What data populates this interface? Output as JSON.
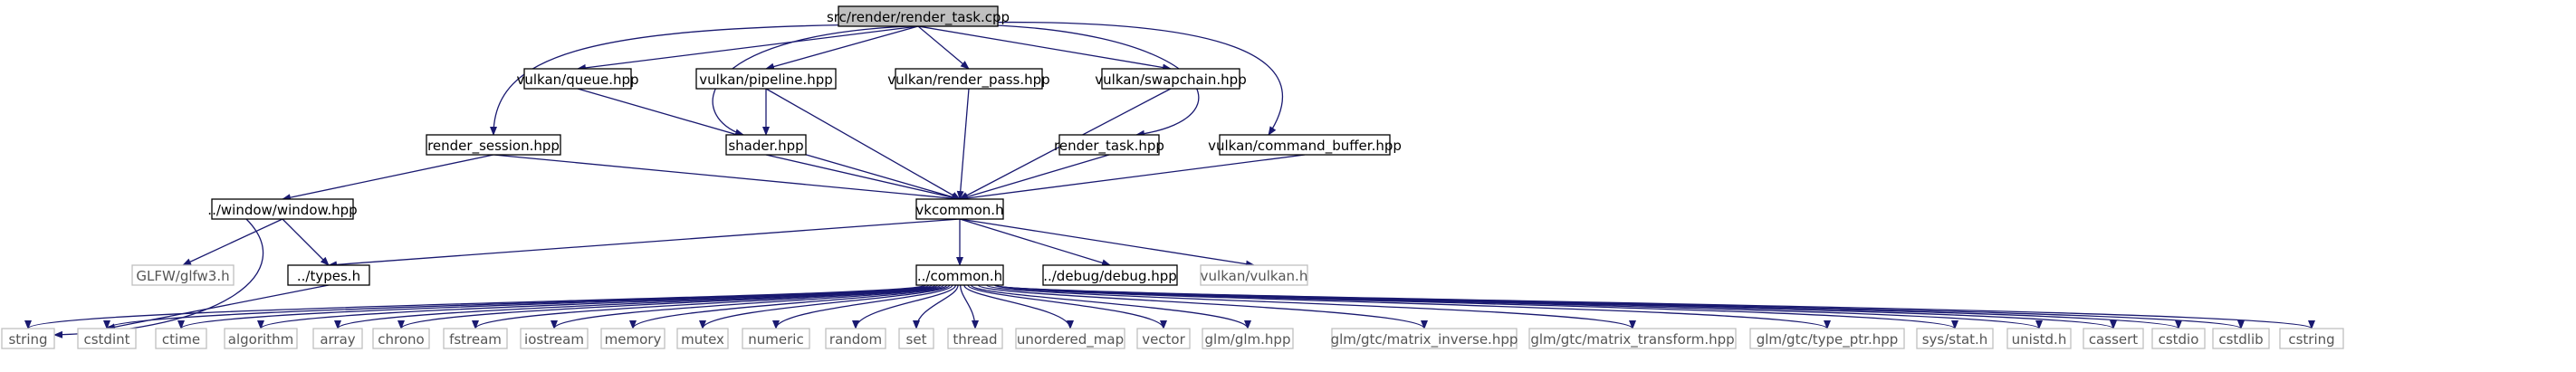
{
  "graph": {
    "colors": {
      "edge": "#191970",
      "root_fill": "#bfbfbf",
      "node_border": "#000000",
      "system_border": "#bfbfbf",
      "system_text": "#555555"
    },
    "nodes": [
      {
        "id": "root",
        "label": "src/render/render_task.cpp",
        "kind": "root"
      },
      {
        "id": "queue",
        "label": "vulkan/queue.hpp",
        "kind": "local"
      },
      {
        "id": "pipeline",
        "label": "vulkan/pipeline.hpp",
        "kind": "local"
      },
      {
        "id": "render_pass",
        "label": "vulkan/render_pass.hpp",
        "kind": "local"
      },
      {
        "id": "swapchain",
        "label": "vulkan/swapchain.hpp",
        "kind": "local"
      },
      {
        "id": "render_session",
        "label": "render_session.hpp",
        "kind": "local"
      },
      {
        "id": "shader",
        "label": "shader.hpp",
        "kind": "local"
      },
      {
        "id": "render_task_h",
        "label": "render_task.hpp",
        "kind": "local"
      },
      {
        "id": "command_buffer",
        "label": "vulkan/command_buffer.hpp",
        "kind": "local"
      },
      {
        "id": "window",
        "label": "../window/window.hpp",
        "kind": "local"
      },
      {
        "id": "vkcommon",
        "label": "vkcommon.h",
        "kind": "local"
      },
      {
        "id": "glfw",
        "label": "GLFW/glfw3.h",
        "kind": "system"
      },
      {
        "id": "types",
        "label": "../types.h",
        "kind": "local"
      },
      {
        "id": "common",
        "label": "../common.h",
        "kind": "local"
      },
      {
        "id": "debug",
        "label": "../debug/debug.hpp",
        "kind": "local"
      },
      {
        "id": "vulkan_h",
        "label": "vulkan/vulkan.h",
        "kind": "system"
      },
      {
        "id": "string",
        "label": "string",
        "kind": "system"
      },
      {
        "id": "cstdint",
        "label": "cstdint",
        "kind": "system"
      },
      {
        "id": "ctime",
        "label": "ctime",
        "kind": "system"
      },
      {
        "id": "algorithm",
        "label": "algorithm",
        "kind": "system"
      },
      {
        "id": "array",
        "label": "array",
        "kind": "system"
      },
      {
        "id": "chrono",
        "label": "chrono",
        "kind": "system"
      },
      {
        "id": "fstream",
        "label": "fstream",
        "kind": "system"
      },
      {
        "id": "iostream",
        "label": "iostream",
        "kind": "system"
      },
      {
        "id": "memory",
        "label": "memory",
        "kind": "system"
      },
      {
        "id": "mutex",
        "label": "mutex",
        "kind": "system"
      },
      {
        "id": "numeric",
        "label": "numeric",
        "kind": "system"
      },
      {
        "id": "random",
        "label": "random",
        "kind": "system"
      },
      {
        "id": "set",
        "label": "set",
        "kind": "system"
      },
      {
        "id": "thread",
        "label": "thread",
        "kind": "system"
      },
      {
        "id": "unordered_map",
        "label": "unordered_map",
        "kind": "system"
      },
      {
        "id": "vector",
        "label": "vector",
        "kind": "system"
      },
      {
        "id": "glm",
        "label": "glm/glm.hpp",
        "kind": "system"
      },
      {
        "id": "matrix_inverse",
        "label": "glm/gtc/matrix_inverse.hpp",
        "kind": "system"
      },
      {
        "id": "matrix_transform",
        "label": "glm/gtc/matrix_transform.hpp",
        "kind": "system"
      },
      {
        "id": "type_ptr",
        "label": "glm/gtc/type_ptr.hpp",
        "kind": "system"
      },
      {
        "id": "sys_stat",
        "label": "sys/stat.h",
        "kind": "system"
      },
      {
        "id": "unistd",
        "label": "unistd.h",
        "kind": "system"
      },
      {
        "id": "cassert",
        "label": "cassert",
        "kind": "system"
      },
      {
        "id": "cstdio",
        "label": "cstdio",
        "kind": "system"
      },
      {
        "id": "cstdlib",
        "label": "cstdlib",
        "kind": "system"
      },
      {
        "id": "cstring",
        "label": "cstring",
        "kind": "system"
      }
    ],
    "edges": [
      [
        "root",
        "queue"
      ],
      [
        "root",
        "pipeline"
      ],
      [
        "root",
        "render_pass"
      ],
      [
        "root",
        "swapchain"
      ],
      [
        "root",
        "render_session"
      ],
      [
        "root",
        "shader"
      ],
      [
        "root",
        "render_task_h"
      ],
      [
        "root",
        "command_buffer"
      ],
      [
        "queue",
        "vkcommon"
      ],
      [
        "pipeline",
        "shader"
      ],
      [
        "pipeline",
        "vkcommon"
      ],
      [
        "render_pass",
        "vkcommon"
      ],
      [
        "swapchain",
        "vkcommon"
      ],
      [
        "render_session",
        "window"
      ],
      [
        "render_session",
        "vkcommon"
      ],
      [
        "shader",
        "vkcommon"
      ],
      [
        "render_task_h",
        "vkcommon"
      ],
      [
        "command_buffer",
        "vkcommon"
      ],
      [
        "window",
        "glfw"
      ],
      [
        "window",
        "types"
      ],
      [
        "window",
        "string"
      ],
      [
        "vkcommon",
        "types"
      ],
      [
        "vkcommon",
        "common"
      ],
      [
        "vkcommon",
        "debug"
      ],
      [
        "vkcommon",
        "vulkan_h"
      ],
      [
        "types",
        "cstdint"
      ],
      [
        "common",
        "string"
      ],
      [
        "common",
        "cstdint"
      ],
      [
        "common",
        "ctime"
      ],
      [
        "common",
        "algorithm"
      ],
      [
        "common",
        "array"
      ],
      [
        "common",
        "chrono"
      ],
      [
        "common",
        "fstream"
      ],
      [
        "common",
        "iostream"
      ],
      [
        "common",
        "memory"
      ],
      [
        "common",
        "mutex"
      ],
      [
        "common",
        "numeric"
      ],
      [
        "common",
        "random"
      ],
      [
        "common",
        "set"
      ],
      [
        "common",
        "thread"
      ],
      [
        "common",
        "unordered_map"
      ],
      [
        "common",
        "vector"
      ],
      [
        "common",
        "glm"
      ],
      [
        "common",
        "matrix_inverse"
      ],
      [
        "common",
        "matrix_transform"
      ],
      [
        "common",
        "type_ptr"
      ],
      [
        "common",
        "sys_stat"
      ],
      [
        "common",
        "unistd"
      ],
      [
        "common",
        "cassert"
      ],
      [
        "common",
        "cstdio"
      ],
      [
        "common",
        "cstdlib"
      ],
      [
        "common",
        "cstring"
      ]
    ]
  }
}
